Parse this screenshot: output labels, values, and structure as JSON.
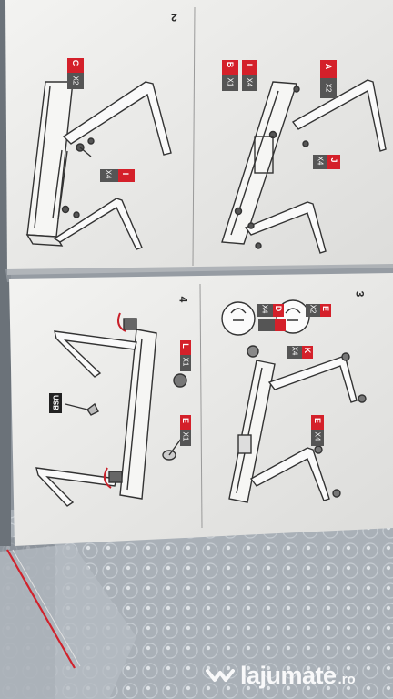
{
  "manual": {
    "page_numbers": [
      "2",
      "3",
      "4"
    ],
    "step2_labels": [
      {
        "part": "C",
        "qty": "X2"
      },
      {
        "part": "I",
        "qty": "X4"
      }
    ],
    "step3_labels_top": [
      {
        "part": "B",
        "qty": "X1"
      },
      {
        "part": "I",
        "qty": "X4"
      },
      {
        "part": "A",
        "qty": "X2"
      },
      {
        "part": "J",
        "qty": "X4"
      }
    ],
    "step3_labels_bottom": [
      {
        "part": "D",
        "qty": "X4"
      },
      {
        "part": "E",
        "qty": "X2"
      },
      {
        "part": "K",
        "qty": "X4"
      },
      {
        "part": "E",
        "qty": "X4"
      }
    ],
    "step4_labels": [
      {
        "part": "L",
        "qty": "X1"
      },
      {
        "part": "E",
        "qty": "X1"
      }
    ],
    "usb_label": "USB",
    "label_color": "#d4202a"
  },
  "watermark": {
    "name": "lajumate",
    "tld": ".ro"
  }
}
